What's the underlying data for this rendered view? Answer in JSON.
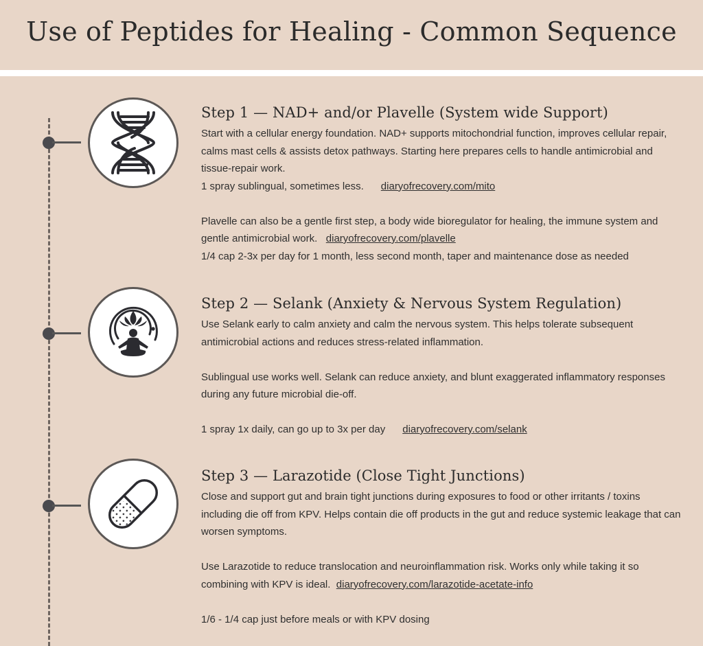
{
  "header": {
    "title": "Use of Peptides for Healing - Common Sequence"
  },
  "colors": {
    "background": "#e8d6c8",
    "divider": "#ffffff",
    "icon_stroke": "#2b2b30",
    "timeline": "#6e6560"
  },
  "steps": [
    {
      "icon": "dna-icon",
      "title": "Step 1 — NAD+ and/or Plavelle (System wide Support)",
      "para1": "Start with a cellular energy foundation. NAD+ supports mitochondrial function, improves cellular repair, calms mast cells & assists detox pathways. Starting here prepares cells to handle antimicrobial and tissue-repair work.",
      "dose1": "1 spray sublingual, sometimes less.",
      "link1": "diaryofrecovery.com/mito",
      "para2": "Plavelle can also be a gentle first step, a body wide bioregulator for healing, the immune system and  gentle antimicrobial work.",
      "link2": "diaryofrecovery.com/plavelle",
      "dose2": "1/4 cap 2-3x per day for 1 month, less second month, taper and maintenance dose as needed"
    },
    {
      "icon": "meditation-icon",
      "title": "Step 2 — Selank (Anxiety & Nervous System Regulation)",
      "para1": "Use Selank early to calm anxiety and calm the nervous system. This helps tolerate subsequent antimicrobial actions and reduces stress-related inflammation.",
      "para2": "Sublingual use works well. Selank can reduce anxiety, and blunt exaggerated inflammatory responses during any future microbial die-off.",
      "dose": "1 spray 1x daily, can go up to 3x per day",
      "link": "diaryofrecovery.com/selank"
    },
    {
      "icon": "capsule-icon",
      "title": "Step 3 — Larazotide (Close Tight Junctions)",
      "para1": "Close and support gut and brain tight junctions during exposures to food or other irritants / toxins including die off from KPV. Helps contain die off products in the gut and reduce systemic leakage that can worsen symptoms.",
      "para2": "Use Larazotide to reduce translocation and neuroinflammation risk. Works only while taking it so combining with KPV is ideal.",
      "link": "diaryofrecovery.com/larazotide-acetate-info",
      "dose": "1/6 - 1/4 cap just before meals or with KPV dosing"
    }
  ]
}
